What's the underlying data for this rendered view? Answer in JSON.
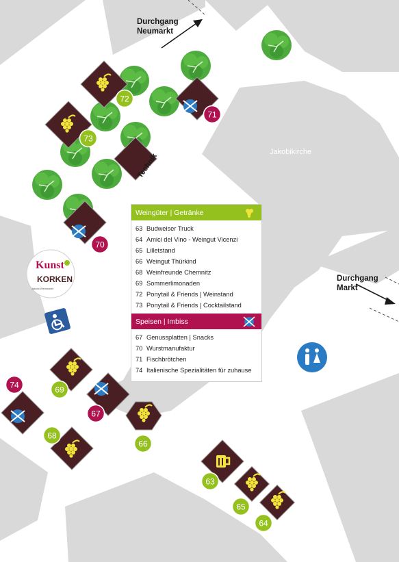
{
  "labels": {
    "passage_neumarkt": [
      "Durchgang",
      "Neumarkt"
    ],
    "passage_markt": [
      "Durchgang",
      "Markt"
    ],
    "church": "Jakobikirche",
    "technik": "Technik"
  },
  "logo": {
    "text_top": "Kunst & Korken",
    "sub": "Jakobi-Weinmarkt auf dem Jakobikirchplatz"
  },
  "legend": {
    "section1_title": "Weingüter | Getränke",
    "section1_items": [
      {
        "n": "63",
        "name": "Budweiser Truck"
      },
      {
        "n": "64",
        "name": "Amici del Vino - Weingut Vicenzi"
      },
      {
        "n": "65",
        "name": "Lilletstand"
      },
      {
        "n": "66",
        "name": "Weingut Thürkind"
      },
      {
        "n": "68",
        "name": "Weinfreunde Chemnitz"
      },
      {
        "n": "69",
        "name": "Sommerlimonaden"
      },
      {
        "n": "72",
        "name": "Ponytail & Friends | Weinstand"
      },
      {
        "n": "73",
        "name": "Ponytail & Friends | Cocktailstand"
      }
    ],
    "section2_title": "Speisen | Imbiss",
    "section2_items": [
      {
        "n": "67",
        "name": "Genussplatten | Snacks"
      },
      {
        "n": "70",
        "name": "Wurstmanufaktur"
      },
      {
        "n": "71",
        "name": "Fischbrötchen"
      },
      {
        "n": "74",
        "name": "Italienische Spezialitäten für zuhause"
      }
    ]
  },
  "markers": [
    {
      "n": "72",
      "kind": "drink"
    },
    {
      "n": "73",
      "kind": "drink"
    },
    {
      "n": "71",
      "kind": "food"
    },
    {
      "n": "70",
      "kind": "food"
    },
    {
      "n": "74",
      "kind": "food"
    },
    {
      "n": "69",
      "kind": "drink"
    },
    {
      "n": "67",
      "kind": "food"
    },
    {
      "n": "68",
      "kind": "drink"
    },
    {
      "n": "66",
      "kind": "drink"
    },
    {
      "n": "63",
      "kind": "drink"
    },
    {
      "n": "65",
      "kind": "drink"
    },
    {
      "n": "64",
      "kind": "drink"
    }
  ],
  "icons": [
    "grape-icon",
    "fork-knife-icon",
    "beer-mug-icon",
    "toilet-icon",
    "accessible-toilet-icon",
    "tree-icon",
    "arrow-icon"
  ],
  "colors": {
    "drink": "#95c11f",
    "food": "#b0124f",
    "booth": "#4a1f23",
    "building": "#d9d9d9",
    "road": "#ffffff",
    "toilet": "#2a7bc4"
  }
}
